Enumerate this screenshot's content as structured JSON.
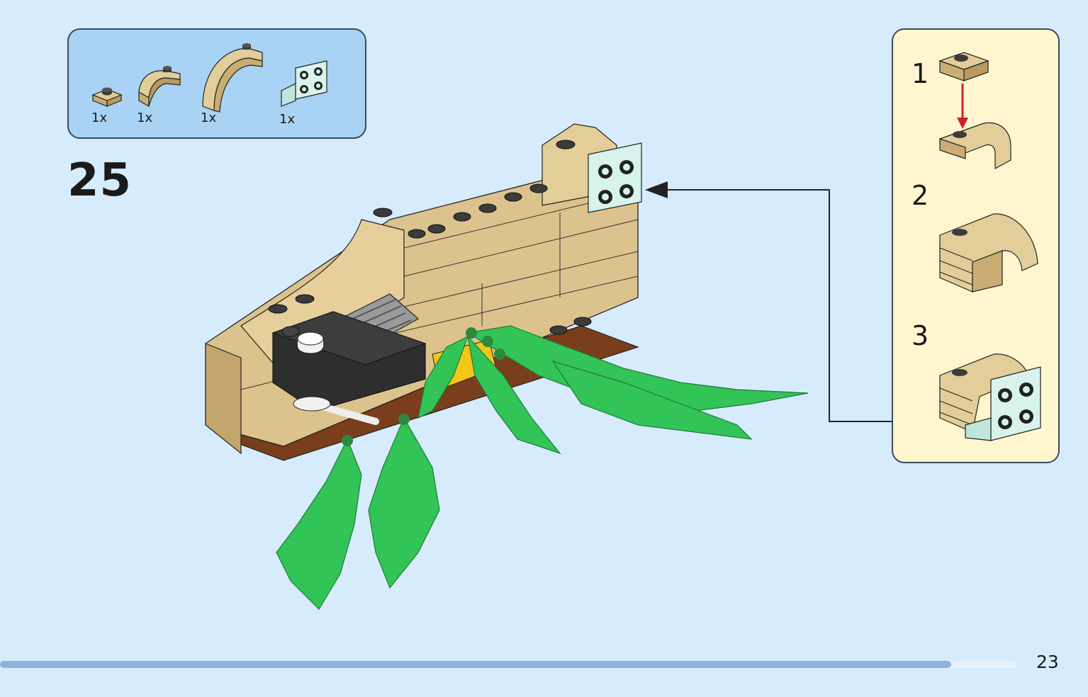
{
  "parts_list": {
    "items": [
      {
        "name": "tan-plate-1x1",
        "quantity": "1x"
      },
      {
        "name": "tan-curved-slope-small",
        "quantity": "1x"
      },
      {
        "name": "tan-curved-arch-large",
        "quantity": "1x"
      },
      {
        "name": "light-aqua-bracket-2x2",
        "quantity": "1x"
      }
    ]
  },
  "step": {
    "number": "25"
  },
  "subassembly": {
    "steps": [
      {
        "number": "1"
      },
      {
        "number": "2"
      },
      {
        "number": "3"
      }
    ]
  },
  "page": {
    "number": "23",
    "progress": 0.935
  },
  "colors": {
    "background": "#d6ecfd",
    "parts_box": "#a9d3f4",
    "subassembly_box": "#fff6cf",
    "tan": "#d8c08c",
    "green": "#33c457",
    "aqua": "#cdeee6",
    "arrow_red": "#d0202a",
    "progress": "#8db2dc"
  }
}
